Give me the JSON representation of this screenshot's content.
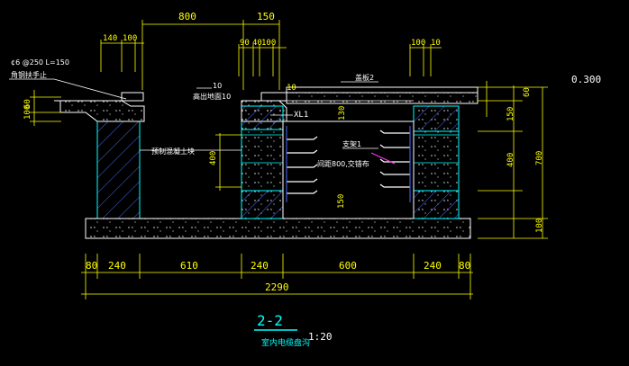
{
  "drawing": {
    "dims_top": [
      "800",
      "150",
      "140",
      "100",
      "90",
      "40",
      "100",
      "100",
      "10"
    ],
    "dims_bottom": [
      "80",
      "240",
      "610",
      "240",
      "600",
      "240",
      "80"
    ],
    "dim_total": "2290",
    "dims_right": [
      "60",
      "150",
      "400",
      "700",
      "100"
    ],
    "dims_left": [
      "100",
      "60"
    ],
    "dims_inner": [
      "400",
      "130",
      "150"
    ],
    "elevation": "0.300",
    "labels": {
      "rebar": "¢6 @250 L=150",
      "left_railing": "角钢扶手止",
      "elev_note_num": "10",
      "elev_note_text": "高出地面10",
      "cover_plate": "盖板2",
      "beam": "XL1",
      "precast_wall": "预制混凝土块",
      "bracket": "支架1",
      "bracket_spacing": "间距800,交错布",
      "right_dim_10": "10"
    },
    "title": {
      "section": "2-2",
      "scale": "1:20",
      "subtitle": "室内电缆盘沟"
    }
  },
  "colors": {
    "background": "#000000",
    "dimension": "#ffff00",
    "outline": "#ffffff",
    "structure": "#00ffff",
    "hatch": "#4a6aff",
    "accent": "#ff33ff"
  }
}
